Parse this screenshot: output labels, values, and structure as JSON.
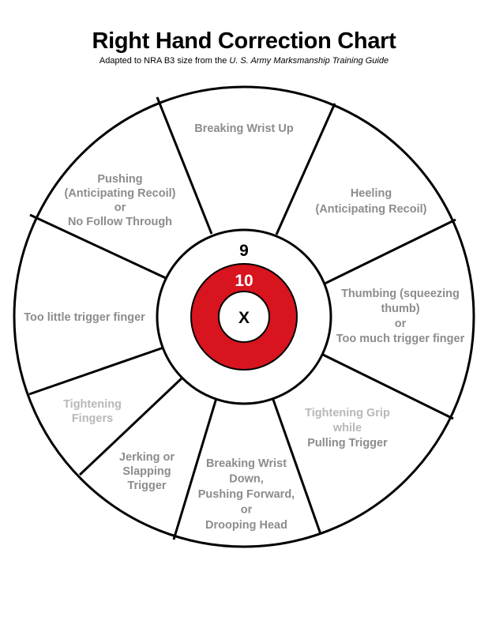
{
  "title": "Right Hand Correction Chart",
  "subtitle": {
    "prefix": "Adapted to NRA B3 size from the ",
    "source": "U. S. Army Marksmanship Training Guide"
  },
  "colors": {
    "ring_red": "#d8141e",
    "outline": "#000000",
    "label_gray": "#8c8c8c",
    "label_light_gray": "#b8b8b8"
  },
  "rings": {
    "nine": "9",
    "ten": "10",
    "x": "X"
  },
  "segments": [
    {
      "id": "top",
      "lines": [
        "Breaking Wrist Up"
      ]
    },
    {
      "id": "upper-right",
      "lines": [
        "Heeling",
        "(Anticipating Recoil)"
      ]
    },
    {
      "id": "right",
      "lines": [
        "Thumbing (squeezing",
        "thumb)",
        "or",
        "Too much trigger finger"
      ]
    },
    {
      "id": "lower-right",
      "lines": [
        "Tightening Grip",
        "while",
        "Pulling Trigger"
      ]
    },
    {
      "id": "bottom",
      "lines": [
        "Breaking Wrist",
        "Down,",
        "Pushing Forward,",
        "or",
        "Drooping Head"
      ]
    },
    {
      "id": "lower-left",
      "lines": [
        "Jerking or",
        "Slapping",
        "Trigger"
      ]
    },
    {
      "id": "left-lower",
      "lines": [
        "Tightening",
        "Fingers"
      ]
    },
    {
      "id": "left",
      "lines": [
        "Too little trigger finger"
      ]
    },
    {
      "id": "upper-left",
      "lines": [
        "Pushing",
        "(Anticipating Recoil)",
        "or",
        "No Follow Through"
      ]
    }
  ]
}
